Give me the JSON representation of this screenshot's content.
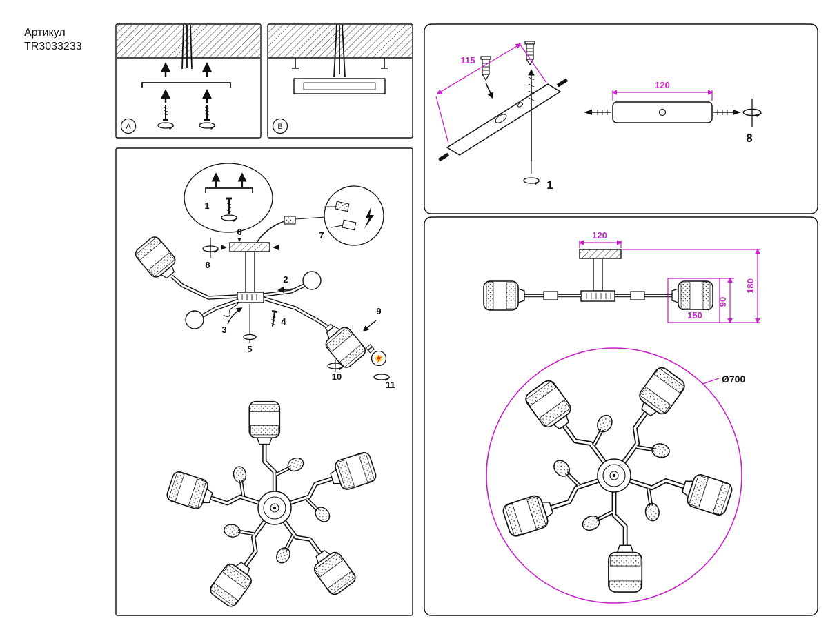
{
  "header": {
    "label": "Артикул",
    "article": "TR3033233"
  },
  "panel_a": {
    "label": "A"
  },
  "panel_b": {
    "label": "B"
  },
  "steps": {
    "s1": "1",
    "s2": "2",
    "s3": "3",
    "s4": "4",
    "s5": "5",
    "s6": "6",
    "s7": "7",
    "s8": "8",
    "s9": "9",
    "s10": "10",
    "s11": "11"
  },
  "bracket_view": {
    "width": "115",
    "anchor_step": "1",
    "plate_width": "120",
    "screw_step": "8"
  },
  "dims": {
    "canopy": "120",
    "height": "180",
    "shade_h": "90",
    "shade_w": "150",
    "diameter": "Ø700"
  },
  "colors": {
    "accent": "#c722c7",
    "ink": "#111111"
  }
}
